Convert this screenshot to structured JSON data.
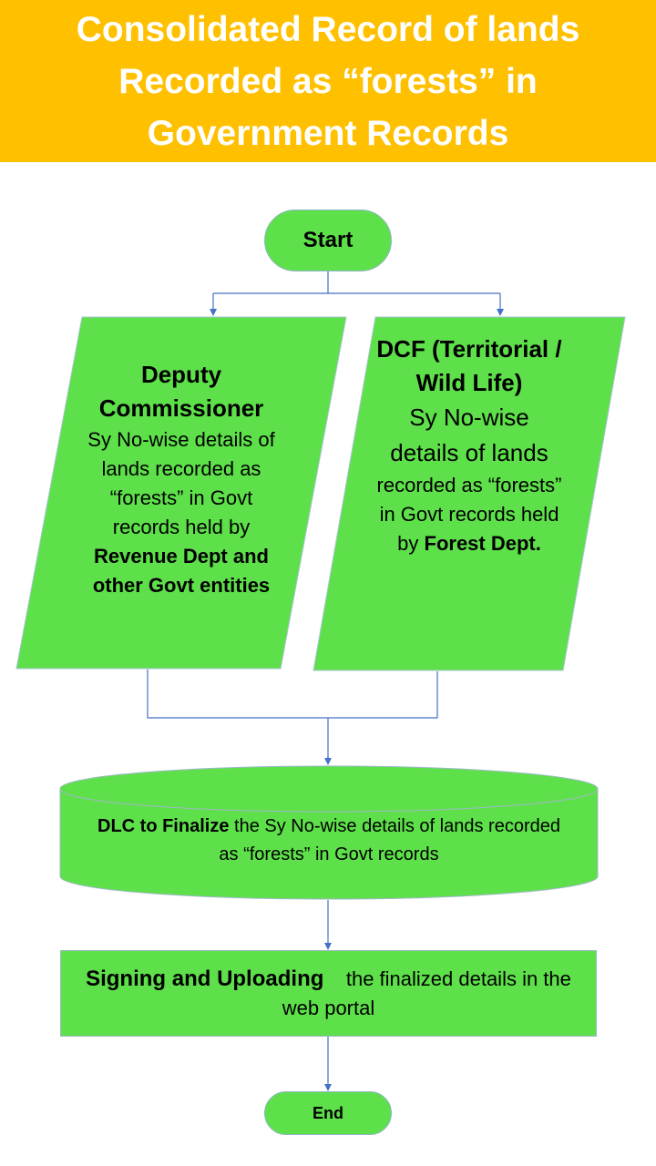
{
  "header": {
    "title": "Consolidated Record of lands Recorded as “forests” in Government Records"
  },
  "colors": {
    "header_bg": "#ffc000",
    "header_text": "#ffffff",
    "shape_fill": "#5ee04a",
    "connector": "#4472c4"
  },
  "flow": {
    "start": "Start",
    "left_box": {
      "title": "Deputy Commissioner",
      "body": "Sy No-wise details of lands recorded as “forests” in Govt records held by",
      "bold_tail": "Revenue Dept and other Govt entities"
    },
    "right_box": {
      "title": "DCF (Territorial / Wild Life)",
      "body_large": "Sy No-wise details of lands",
      "body": "recorded as “forests” in Govt records held by",
      "bold_tail": "Forest Dept."
    },
    "finalize": {
      "bold_lead": "DLC to Finalize",
      "body": "the Sy No-wise details of lands recorded as “forests” in Govt records"
    },
    "upload": {
      "bold_lead": "Signing and Uploading",
      "body": "the finalized details in the web portal"
    },
    "end": "End"
  }
}
